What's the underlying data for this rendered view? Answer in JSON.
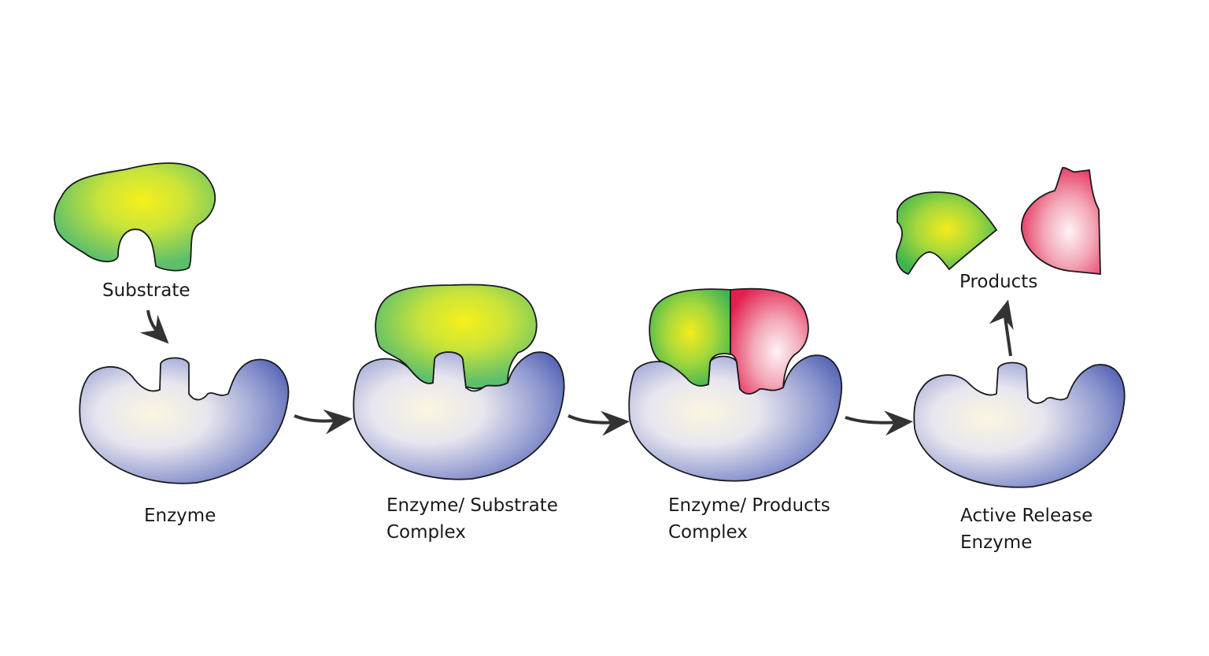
{
  "labels": {
    "substrate": "Substrate",
    "enzyme": "Enzyme",
    "es_complex_line1": "Enzyme/ Substrate",
    "es_complex_line2": "Complex",
    "ep_complex_line1": "Enzyme/ Products",
    "ep_complex_line2": "Complex",
    "active_release_line1": "Active Release",
    "active_release_line2": "Enzyme",
    "products": "Products"
  },
  "colors": {
    "enzyme_dark": "#4a5cb0",
    "enzyme_light": "#f8f4e0",
    "substrate_green": "#5cc06a",
    "substrate_yellow": "#f5ef1a",
    "product_red": "#e5214f",
    "product_light": "#fdf3f5",
    "arrow": "#333333",
    "outline": "#1a1a1a"
  }
}
